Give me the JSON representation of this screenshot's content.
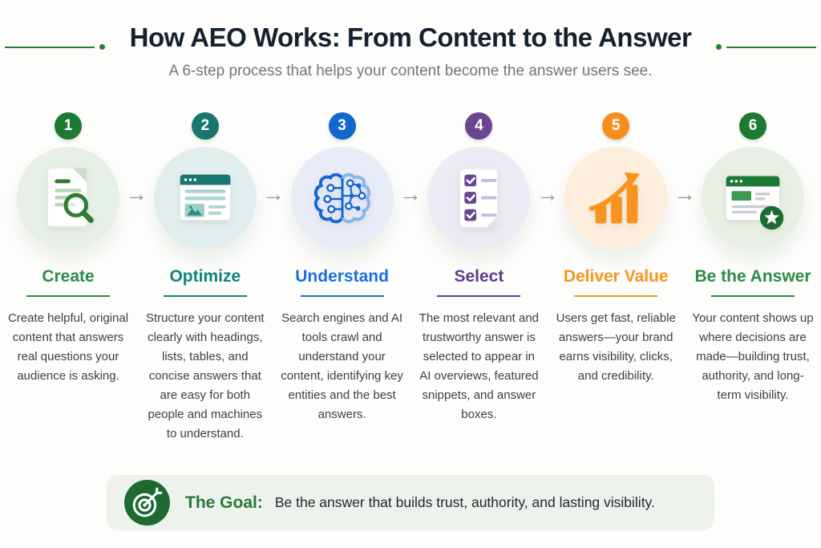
{
  "header": {
    "title": "How AEO Works: From Content to the Answer",
    "subtitle": "A 6-step process that helps your content become the answer users see."
  },
  "arrow_glyph": "→",
  "steps": [
    {
      "number": "1",
      "label": "Create",
      "description": "Create helpful, original content that answers real questions your audience is asking.",
      "icon": "document-search-icon",
      "color": "#1d7a33",
      "label_color": "#2e8b47",
      "light_color": "#e7f0e6"
    },
    {
      "number": "2",
      "label": "Optimize",
      "description": "Structure your content clearly with headings, lists, tables, and concise answers that are easy for both people and machines to understand.",
      "icon": "webpage-structure-icon",
      "color": "#17766d",
      "label_color": "#10847a",
      "light_color": "#e1eeed"
    },
    {
      "number": "3",
      "label": "Understand",
      "description": "Search engines and AI tools crawl and understand your content, identifying key entities and the best answers.",
      "icon": "ai-brain-icon",
      "color": "#1266cc",
      "label_color": "#1a6fe0",
      "light_color": "#e7ecf7"
    },
    {
      "number": "4",
      "label": "Select",
      "description": "The most relevant and trustworthy answer is selected to appear in AI overviews, featured snippets, and answer boxes.",
      "icon": "checklist-icon",
      "color": "#6a4691",
      "label_color": "#5f3d8c",
      "light_color": "#eeeaf4"
    },
    {
      "number": "5",
      "label": "Deliver Value",
      "description": "Users get fast, reliable answers—your brand earns visibility, clicks, and credibility.",
      "icon": "growth-chart-icon",
      "color": "#f78d1d",
      "label_color": "#f7941d",
      "light_color": "#fdeede"
    },
    {
      "number": "6",
      "label": "Be the Answer",
      "description": "Your content shows up where decisions are made—building trust, authority, and long-term visibility.",
      "icon": "answer-page-star-icon",
      "color": "#1d7a33",
      "label_color": "#2e8b47",
      "light_color": "#e8efe5"
    }
  ],
  "goal": {
    "label": "The Goal:",
    "text": "Be the answer that builds trust, authority, and lasting visibility.",
    "icon": "target-dart-icon"
  },
  "colors": {
    "title_text": "#15212f",
    "subtitle_text": "#6f7680",
    "body_text": "#3a3f47",
    "accent_green": "#2a7d35",
    "arrow_gray": "#96999e",
    "banner_background": "#edf2ec",
    "goal_icon_background": "#1d6b32"
  }
}
